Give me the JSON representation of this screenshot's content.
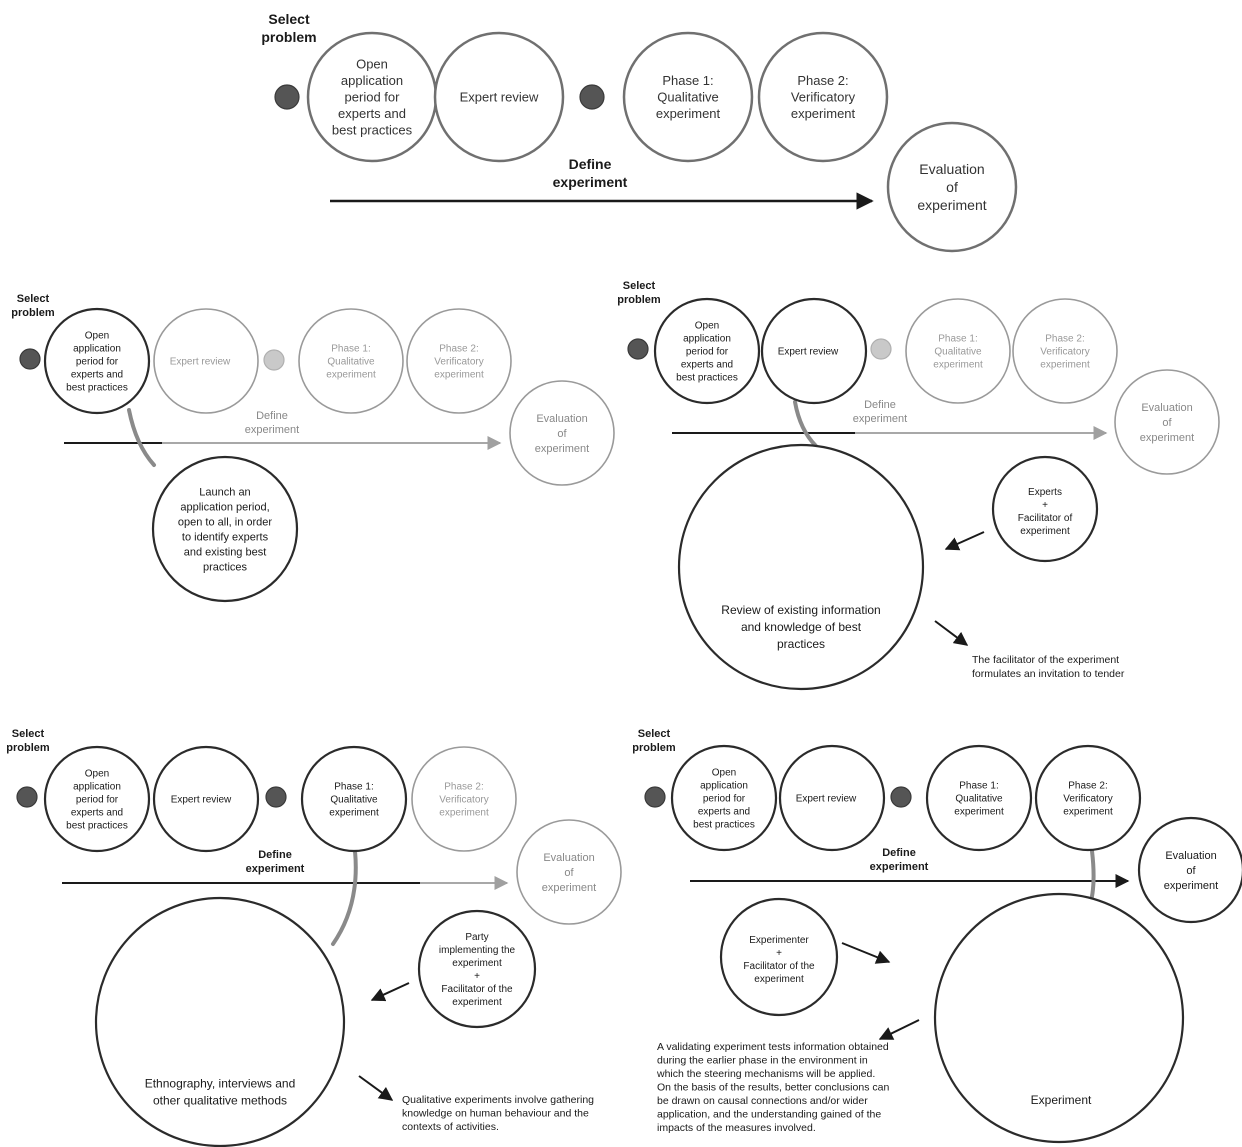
{
  "labels": {
    "select_problem": [
      "Select",
      "problem"
    ],
    "open_application": [
      "Open",
      "application",
      "period for",
      "experts and",
      "best practices"
    ],
    "expert_review": [
      "Expert review"
    ],
    "phase1": [
      "Phase 1:",
      "Qualitative",
      "experiment"
    ],
    "phase2": [
      "Phase 2:",
      "Verificatory",
      "experiment"
    ],
    "define_experiment": [
      "Define",
      "experiment"
    ],
    "evaluation": [
      "Evaluation",
      "of",
      "experiment"
    ]
  },
  "panel2": {
    "launch": [
      "Launch an",
      "application period,",
      "open to all, in order",
      "to identify experts",
      "and existing best",
      "practices"
    ]
  },
  "panel3": {
    "review": [
      "Review of existing information",
      "and knowledge of best",
      "practices"
    ],
    "experts": [
      "Experts",
      "+",
      "Facilitator of",
      "experiment"
    ],
    "note": [
      "The facilitator of the experiment",
      "formulates an invitation to tender"
    ]
  },
  "panel4": {
    "ethnography": [
      "Ethnography, interviews and",
      "other qualitative methods"
    ],
    "party": [
      "Party",
      "implementing the",
      "experiment",
      "+",
      "Facilitator of the",
      "experiment"
    ],
    "note": [
      "Qualitative experiments involve gathering",
      "knowledge on human behaviour and the",
      "contexts of activities."
    ]
  },
  "panel5": {
    "experimenter": [
      "Experimenter",
      "+",
      "Facilitator of the",
      "experiment"
    ],
    "experiment": [
      "Experiment"
    ],
    "note": [
      "A validating experiment tests information obtained",
      "during the earlier phase in the environment in",
      "which the steering mechanisms will be applied.",
      "On the basis of the results, better conclusions can",
      "be drawn on causal connections and/or wider",
      "application, and the understanding gained of the",
      "impacts of the measures involved."
    ]
  },
  "colors": {
    "active": "#2b2b2b",
    "inactive": "#9a9a9a",
    "dot": "#555555",
    "dot_inactive": "#c9c9c9"
  }
}
